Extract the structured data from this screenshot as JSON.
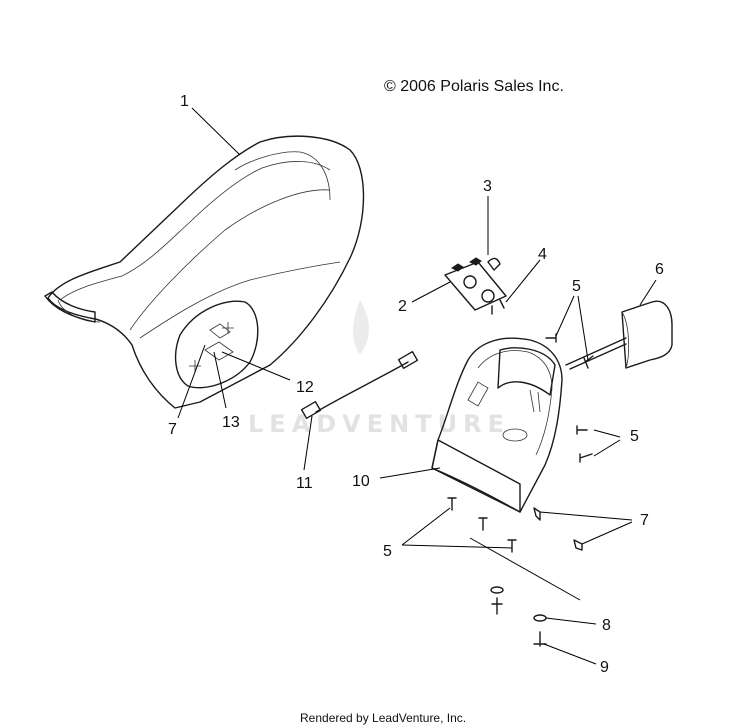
{
  "copyright": "© 2006 Polaris Sales Inc.",
  "footer": "Rendered by LeadVenture, Inc.",
  "watermark": "LEADVENTURE",
  "callouts": {
    "c1": "1",
    "c2": "2",
    "c3": "3",
    "c4": "4",
    "c5a": "5",
    "c5b": "5",
    "c5c": "5",
    "c6": "6",
    "c7a": "7",
    "c7b": "7",
    "c8": "8",
    "c9": "9",
    "c10": "10",
    "c11": "11",
    "c12": "12",
    "c13": "13"
  }
}
